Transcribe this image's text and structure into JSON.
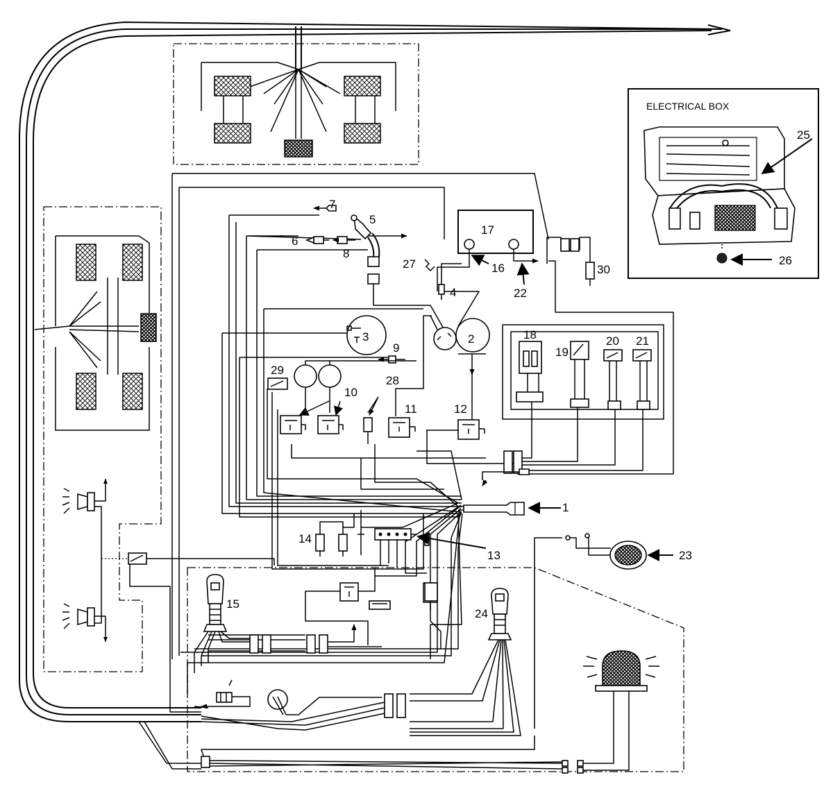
{
  "electrical_box_title": "ELECTRICAL BOX",
  "callouts": [
    {
      "id": "c1",
      "label": "1"
    },
    {
      "id": "c2",
      "label": "2"
    },
    {
      "id": "c3",
      "label": "3"
    },
    {
      "id": "c4",
      "label": "4"
    },
    {
      "id": "c5",
      "label": "5"
    },
    {
      "id": "c6",
      "label": "6"
    },
    {
      "id": "c7",
      "label": "7"
    },
    {
      "id": "c8",
      "label": "8"
    },
    {
      "id": "c9",
      "label": "9"
    },
    {
      "id": "c10",
      "label": "10"
    },
    {
      "id": "c11",
      "label": "11"
    },
    {
      "id": "c12",
      "label": "12"
    },
    {
      "id": "c13",
      "label": "13"
    },
    {
      "id": "c14",
      "label": "14"
    },
    {
      "id": "c15",
      "label": "15"
    },
    {
      "id": "c16",
      "label": "16"
    },
    {
      "id": "c17",
      "label": "17"
    },
    {
      "id": "c18",
      "label": "18"
    },
    {
      "id": "c19",
      "label": "19"
    },
    {
      "id": "c20",
      "label": "20"
    },
    {
      "id": "c21",
      "label": "21"
    },
    {
      "id": "c22",
      "label": "22"
    },
    {
      "id": "c23",
      "label": "23"
    },
    {
      "id": "c24",
      "label": "24"
    },
    {
      "id": "c25",
      "label": "25"
    },
    {
      "id": "c26",
      "label": "26"
    },
    {
      "id": "c27",
      "label": "27"
    },
    {
      "id": "c28",
      "label": "28"
    },
    {
      "id": "c29",
      "label": "29"
    },
    {
      "id": "c30",
      "label": "30"
    }
  ]
}
